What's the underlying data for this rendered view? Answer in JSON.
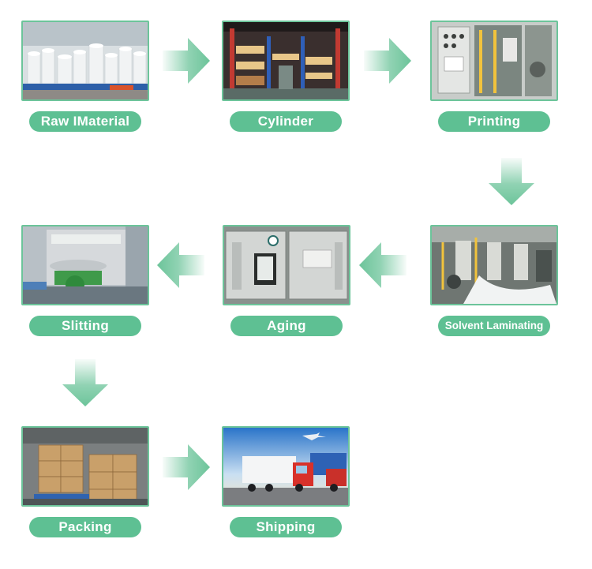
{
  "steps": [
    {
      "label": "Raw IMaterial"
    },
    {
      "label": "Cylinder"
    },
    {
      "label": "Printing"
    },
    {
      "label": "Solvent Laminating"
    },
    {
      "label": "Aging"
    },
    {
      "label": "Slitting"
    },
    {
      "label": "Packing"
    },
    {
      "label": "Shipping"
    }
  ],
  "colors": {
    "accent": "#5ec093",
    "border": "#6cc49a",
    "arrow": "#6cc49a",
    "label_text": "#ffffff"
  },
  "icons": {
    "flow_arrow": "arrow-right-icon"
  }
}
